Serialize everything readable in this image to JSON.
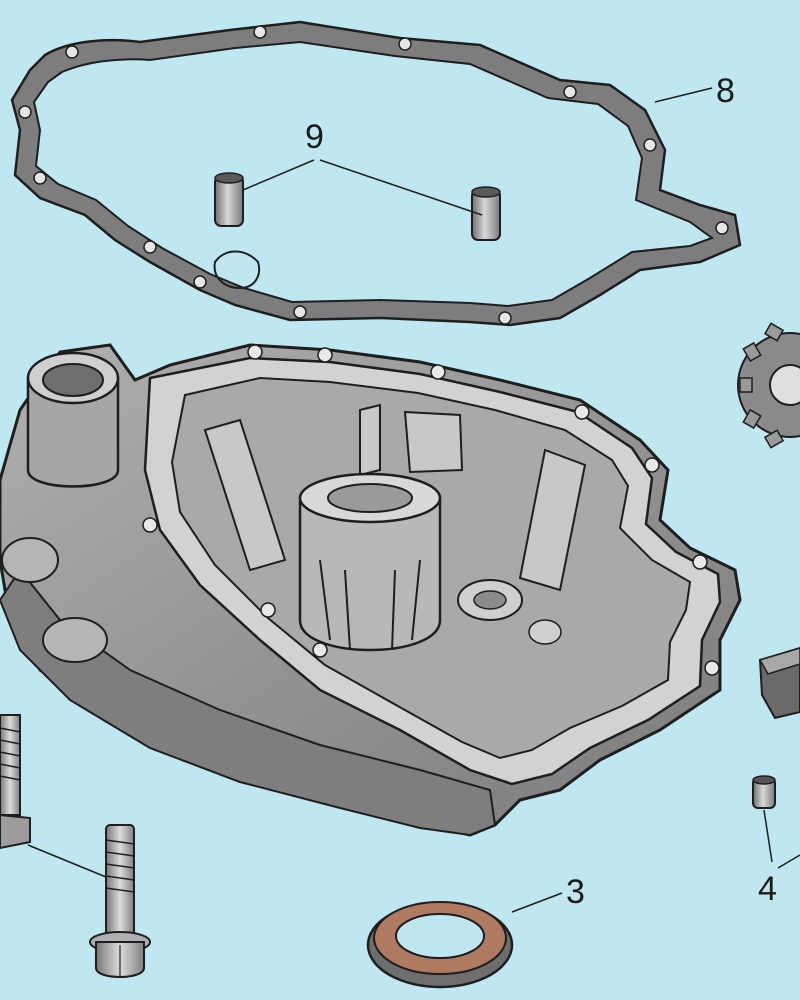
{
  "colors": {
    "background": "#bfe7f2",
    "metal": "#8e8e8e",
    "metal_light": "#c4c4c4",
    "metal_dark": "#6a6a6a",
    "outline": "#1e1e1e",
    "seal": "#b07a60"
  },
  "callouts": {
    "gasket": "8",
    "dowel_pins": "9",
    "oil_seal": "3",
    "small_pin": "4"
  }
}
